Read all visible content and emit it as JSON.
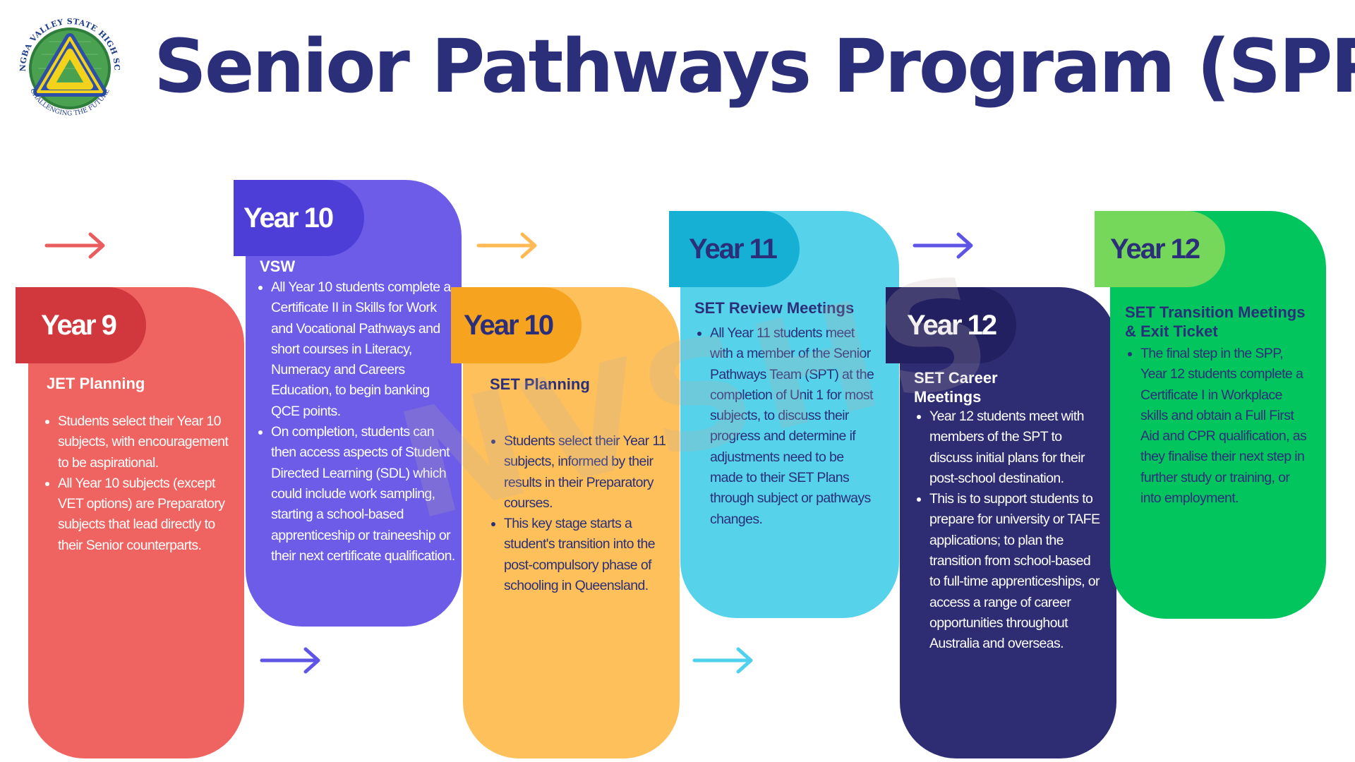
{
  "title": "Senior Pathways Program (SPP)",
  "logo": {
    "top_text": "NARANGBA VALLEY STATE HIGH SCHOOL",
    "bottom_text": "CHALLENGING THE FUTURE"
  },
  "watermark": "NVSHS",
  "cards": [
    {
      "year": "Year 9",
      "heading": "JET Planning",
      "items": [
        "Students select their Year 10 subjects, with encouragement to be aspirational.",
        "All Year 10 subjects (except VET options) are Preparatory subjects that lead directly to their Senior counterparts."
      ]
    },
    {
      "year": "Year 10",
      "heading": "VSW",
      "items": [
        "All Year 10 students complete a Certificate II in Skills for Work and Vocational Pathways and short courses in Literacy, Numeracy and Careers Education, to begin banking QCE points.",
        "On completion, students can then access aspects of Student Directed Learning (SDL) which could include work sampling, starting a school-based apprenticeship or traineeship or their next certificate qualification."
      ]
    },
    {
      "year": "Year 10",
      "heading": "SET Planning",
      "items": [
        "Students select their Year 11 subjects, informed by their results in their Preparatory courses.",
        "This key stage starts a student's transition into the post-compulsory phase of schooling in Queensland."
      ]
    },
    {
      "year": "Year 11",
      "heading": "SET Review Meetings",
      "items": [
        "All Year 11 students meet with a member of the Senior Pathways Team (SPT) at the completion of Unit 1 for most subjects, to discuss their progress and determine if adjustments need to be made to their SET Plans through subject or pathways changes."
      ]
    },
    {
      "year": "Year 12",
      "heading": "SET Career Meetings",
      "items": [
        "Year 12 students meet with members of the SPT to discuss initial plans for their post-school destination.",
        "This is to support students to prepare for university or TAFE applications; to plan the transition from school-based to full-time apprenticeships, or access a range of career opportunities throughout Australia and overseas."
      ]
    },
    {
      "year": "Year 12",
      "heading": "SET Transition Meetings & Exit Ticket",
      "items": [
        "The final step in the SPP, Year 12 students complete a Certificate I in Workplace skills and obtain a Full First Aid and CPR qualification, as they finalise their next step in further study or training, or into employment."
      ]
    }
  ],
  "colors": {
    "title": "#2b2f7a",
    "year9_card": "#ef6461",
    "year9_tab": "#d0383d",
    "year10a_card": "#6c5ce7",
    "year10a_tab": "#4d3ed8",
    "year10b_card": "#fec05a",
    "year10b_tab": "#f6a420",
    "year11_card": "#56d2ea",
    "year11_tab": "#16b0d5",
    "year12a_card": "#2e2c73",
    "year12a_tab": "#222060",
    "year12b_card": "#03c55e",
    "year12b_tab": "#76d85a",
    "arrow_red": "#ea5d5e",
    "arrow_orange": "#ffba55",
    "arrow_purple": "#5e55e6",
    "arrow_cyan": "#4fd0ec"
  }
}
